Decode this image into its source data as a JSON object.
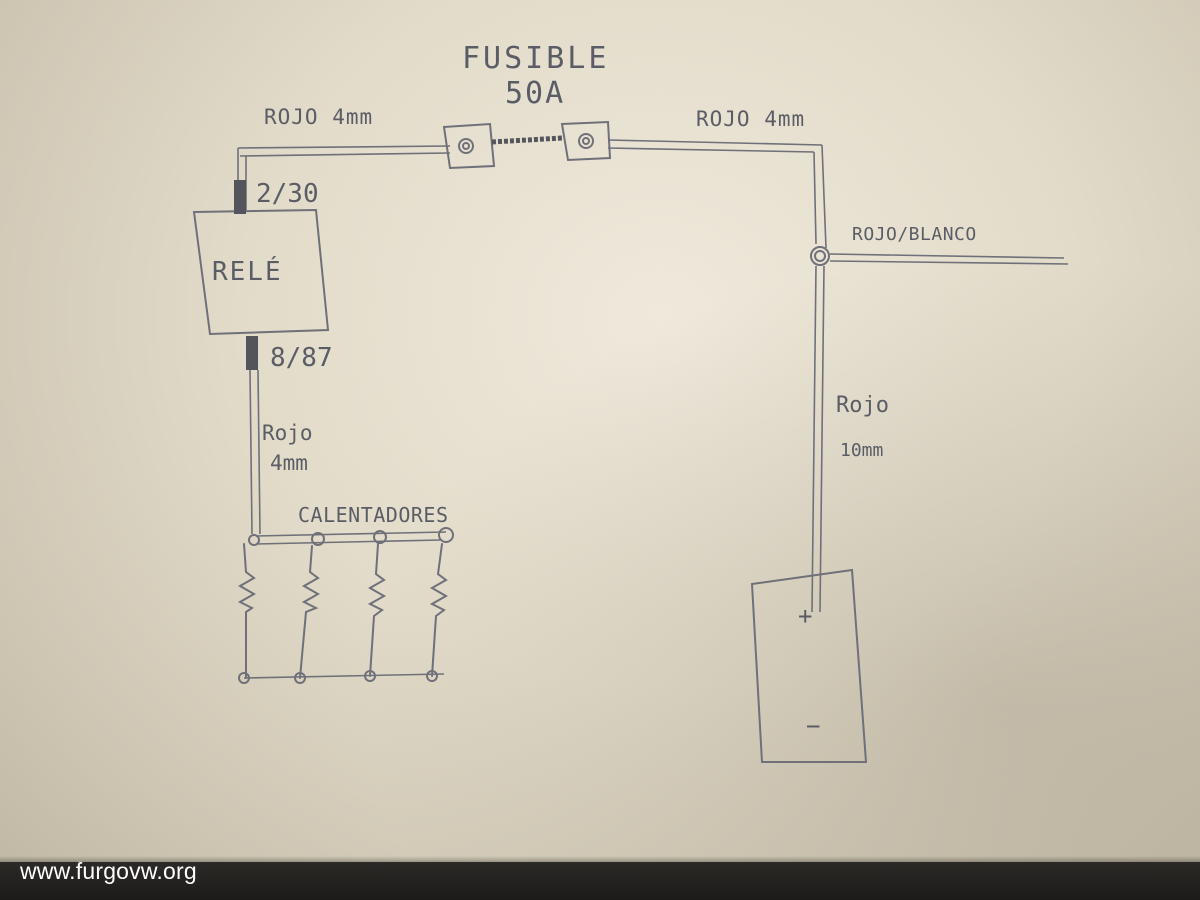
{
  "labels": {
    "fuse_title": "FUSIBLE",
    "fuse_rating": "50A",
    "wire_left_top": "ROJO 4mm",
    "wire_right_top": "ROJO 4mm",
    "wire_branch": "ROJO/BLANCO",
    "relay": "RELÉ",
    "relay_pin_top": "2/30",
    "relay_pin_bottom": "8/87",
    "wire_left_vertical_1": "Rojo",
    "wire_left_vertical_2": "4mm",
    "heaters": "CALENTADORES",
    "wire_right_vertical_1": "Rojo",
    "wire_right_vertical_2": "10mm",
    "battery_plus": "+",
    "battery_minus": "−"
  },
  "watermark": "www.furgovw.org",
  "colors": {
    "pencil": "#6f7079",
    "paper": "#e6dfcf",
    "strip": "#22211f"
  }
}
